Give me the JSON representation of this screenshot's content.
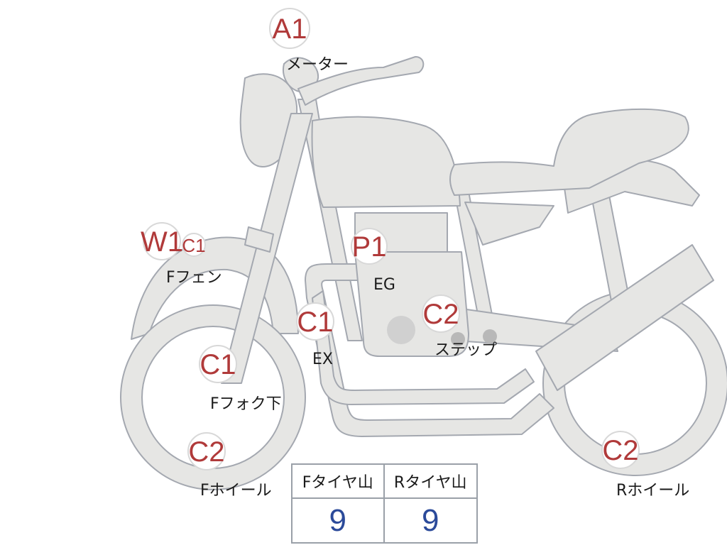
{
  "tags": {
    "meter": "A1",
    "fender_w": "W1",
    "fender_c": "C1",
    "engine": "P1",
    "exhaust": "C1",
    "step": "C2",
    "fork": "C1",
    "front_wheel": "C2",
    "rear_wheel": "C2"
  },
  "labels": {
    "meter": "メーター",
    "fender": "Fフェン",
    "engine": "EG",
    "exhaust": "EX",
    "step": "ステップ",
    "fork": "Fフォク下",
    "front_wheel": "Fホイール",
    "rear_wheel": "Rホイール"
  },
  "tread_table": {
    "front_header": "Fタイヤ山",
    "rear_header": "Rタイヤ山",
    "front_value": "9",
    "rear_value": "9"
  },
  "colors": {
    "body_fill": "#e6e6e4",
    "body_stroke": "#a4a8b0",
    "tag_text": "#b03a3a",
    "value_text": "#2b4a9a"
  }
}
